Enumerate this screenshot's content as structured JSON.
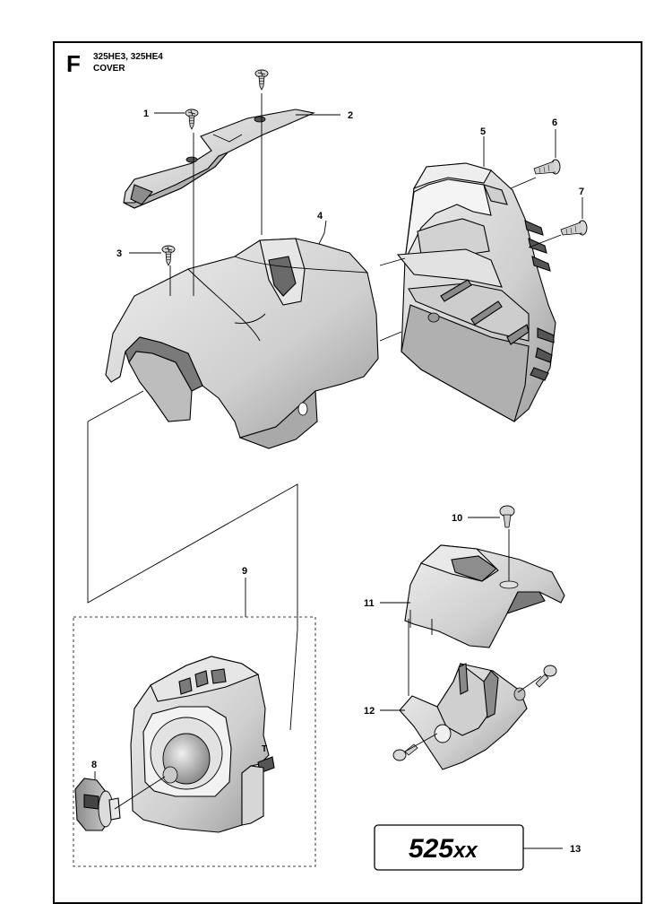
{
  "header": {
    "section_letter": "F",
    "models": "325HE3, 325HE4",
    "title": "COVER"
  },
  "callouts": [
    {
      "id": "callout-1",
      "label": "1"
    },
    {
      "id": "callout-2",
      "label": "2"
    },
    {
      "id": "callout-3",
      "label": "3"
    },
    {
      "id": "callout-4",
      "label": "4"
    },
    {
      "id": "callout-5",
      "label": "5"
    },
    {
      "id": "callout-6",
      "label": "6"
    },
    {
      "id": "callout-7",
      "label": "7"
    },
    {
      "id": "callout-8",
      "label": "8"
    },
    {
      "id": "callout-9",
      "label": "9"
    },
    {
      "id": "callout-10",
      "label": "10"
    },
    {
      "id": "callout-11",
      "label": "11"
    },
    {
      "id": "callout-12",
      "label": "12"
    },
    {
      "id": "callout-13",
      "label": "13"
    }
  ],
  "decal": {
    "main": "525",
    "suffix": "xx"
  },
  "colors": {
    "line": "#000000",
    "part_fill": "#d9d9d9",
    "part_shade": "#a8a8a8",
    "part_dark": "#6e6e6e",
    "background": "#ffffff"
  }
}
